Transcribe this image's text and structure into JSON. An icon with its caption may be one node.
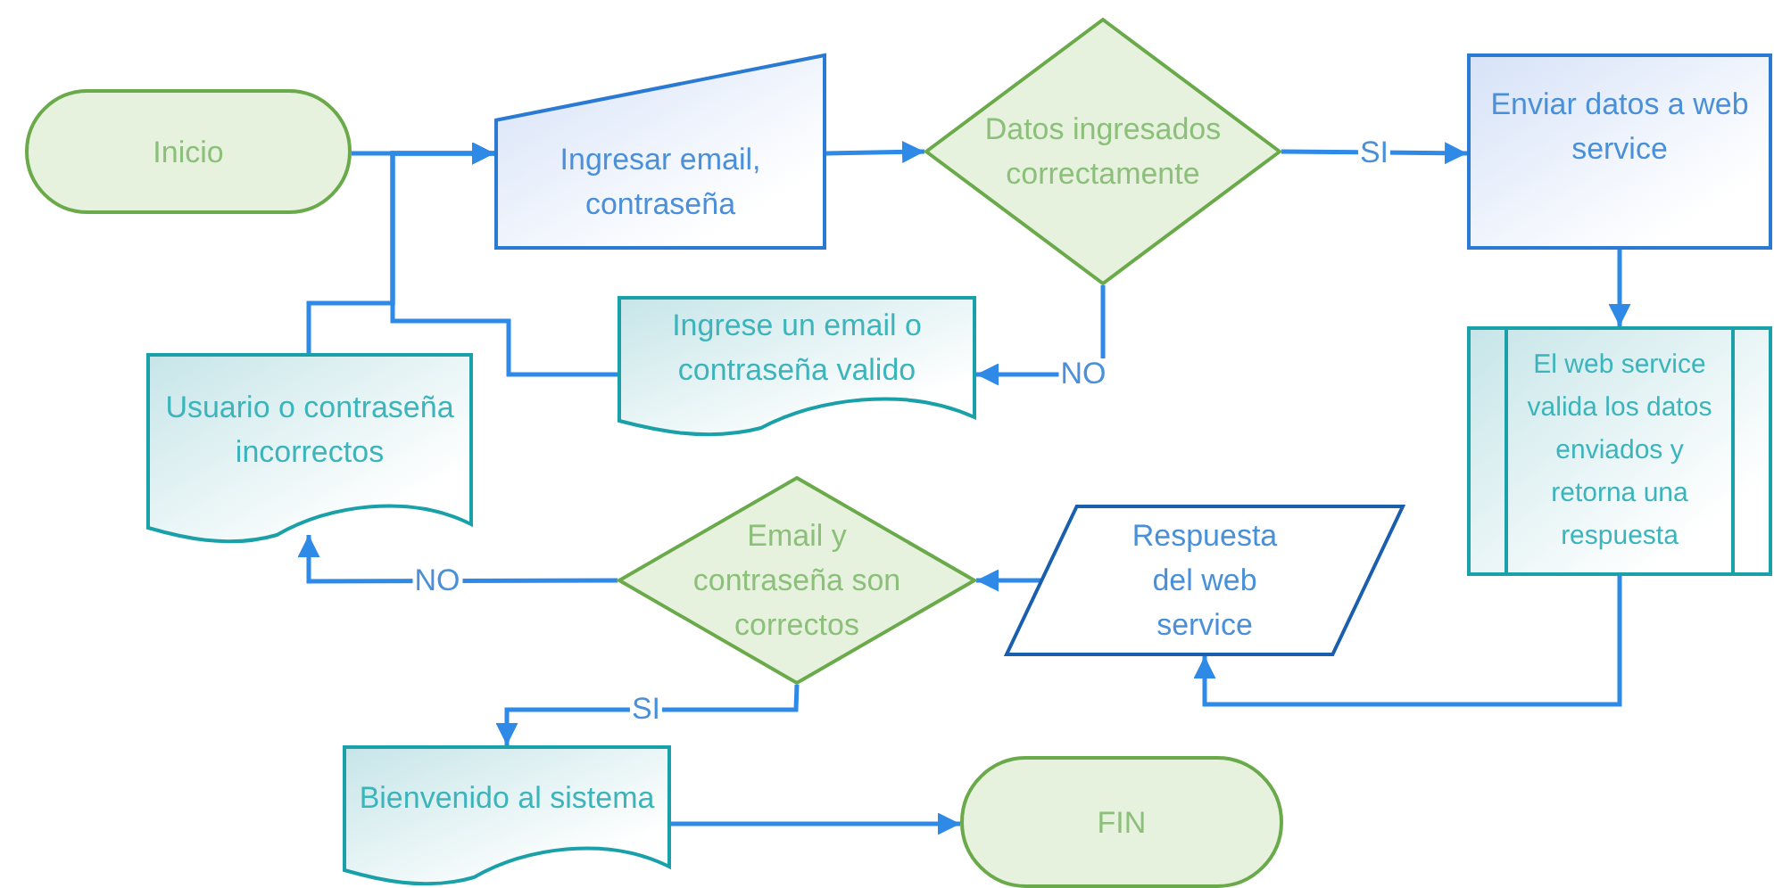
{
  "diagram": {
    "nodes": [
      {
        "text": [
          "Inicio"
        ]
      },
      {
        "text": [
          "Ingresar email, contraseña"
        ]
      },
      {
        "text": [
          "Datos ingresados correctamente"
        ]
      },
      {
        "text": [
          "Enviar datos a web service"
        ]
      },
      {
        "text": [
          "Ingrese un email o contraseña valido"
        ]
      },
      {
        "text": [
          "Usuario o contraseña incorrectos"
        ]
      },
      {
        "text": [
          "El web service valida los datos enviados y retorna una respuesta"
        ]
      },
      {
        "text": [
          "Email y contraseña son correctos"
        ]
      },
      {
        "text": [
          "Respuesta del web service"
        ]
      },
      {
        "text": [
          "Bienvenido al sistema"
        ]
      },
      {
        "text": [
          "FIN"
        ]
      }
    ],
    "edges": [
      {
        "from": 0,
        "to": 1,
        "arrow": "to"
      },
      {
        "from": 1,
        "to": 2,
        "arrow": "to"
      },
      {
        "from": 2,
        "to": 3,
        "arrow": "to",
        "label": "SI"
      },
      {
        "from": 2,
        "to": 4,
        "arrow": "to",
        "label": "NO"
      },
      {
        "from": 3,
        "to": 6,
        "arrow": "to"
      },
      {
        "from": 6,
        "to": 8,
        "arrow": "to"
      },
      {
        "from": 8,
        "to": 7,
        "arrow": "to"
      },
      {
        "from": 7,
        "to": 5,
        "arrow": "to",
        "label": "NO"
      },
      {
        "from": 7,
        "to": 9,
        "arrow": "to",
        "label": "SI"
      },
      {
        "from": 9,
        "to": 10,
        "arrow": "to"
      },
      {
        "from": 4,
        "to": 1,
        "arrow": "to"
      },
      {
        "from": 5,
        "to": 1,
        "arrow": "to"
      }
    ]
  }
}
